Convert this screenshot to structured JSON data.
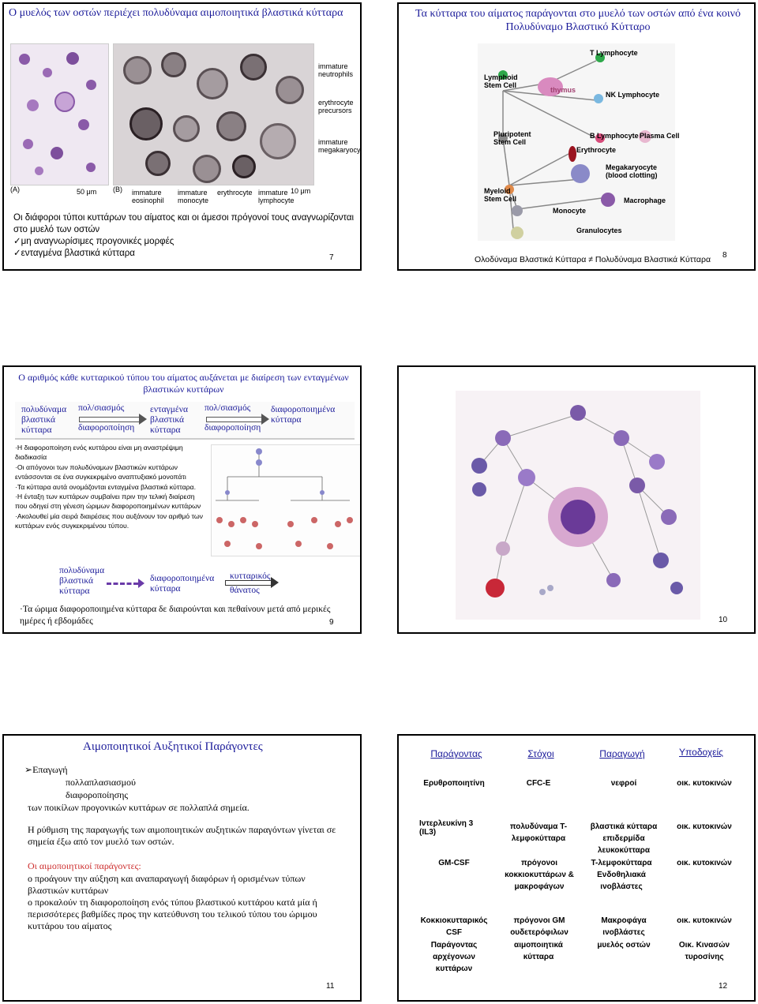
{
  "slide7": {
    "title": "Ο μυελός των οστών περιέχει πολυδύναμα αιμοποιητικά βλαστικά κύτταρα",
    "fig_labels": {
      "a": "(A)",
      "b": "(B)",
      "scale_a": "50 μm",
      "scale_b": "10 μm",
      "immature_neutrophils": "immature neutrophils",
      "erythrocyte_precursors": "erythrocyte precursors",
      "immature_megakaryocyte": "immature megakaryocyte",
      "immature_eosinophil": "immature eosinophil",
      "immature_monocyte": "immature monocyte",
      "erythrocyte": "erythrocyte",
      "immature_lymphocyte": "immature lymphocyte"
    },
    "body": "Οι διάφοροι τύποι κυττάρων του αίματος και οι άμεσοι πρόγονοί τους αναγνωρίζονται στο μυελό των οστών",
    "check1": "μη αναγνωρίσιμες προγονικές μορφές",
    "check2": "ενταγμένα βλαστικά κύτταρα",
    "page": "7"
  },
  "slide8": {
    "title": "Τα κύτταρα του αίματος παράγονται στο μυελό των οστών από ένα κοινό Πολυδύναμο Βλαστικό Κύτταρο",
    "labels": {
      "t_lymphocyte": "T Lymphocyte",
      "lymphoid_stem": "Lymphoid Stem Cell",
      "thymus": "thymus",
      "nk_lymphocyte": "NK Lymphocyte",
      "pluripotent": "Pluripotent Stem Cell",
      "b_lymphocyte": "B Lymphocyte",
      "plasma_cell": "Plasma Cell",
      "erythrocyte": "Erythrocyte",
      "megakaryocyte": "Megakaryocyte (blood clotting)",
      "myeloid_stem": "Myeloid Stem Cell",
      "macrophage": "Macrophage",
      "monocyte": "Monocyte",
      "granulocytes": "Granulocytes"
    },
    "caption": "Ολοδύναμα Βλαστικά Κύτταρα ≠ Πολυδύναμα Βλαστικά Κύτταρα",
    "page": "8"
  },
  "slide9": {
    "title": "Ο αριθμός κάθε κυτταρικού τύπου του αίματος αυξάνεται με διαίρεση των ενταγμένων βλαστικών κυττάρων",
    "flow1": "πολυδύναμα βλαστικά κύτταρα",
    "arrow1_top": "πολ/σιασμός",
    "arrow1_bottom": "διαφοροποίηση",
    "flow2": "ενταγμένα βλαστικά κύτταρα",
    "arrow2_top": "πολ/σιασμός",
    "arrow2_bottom": "διαφοροποίηση",
    "flow3": "διαφοροποιημένα κύτταρα",
    "bullets": [
      "Η διαφοροποίηση ενός κυττάρου είναι μη αναστρέψιμη διαδικασία",
      "Οι απόγονοι των πολυδύναμων βλαστικών κυττάρων εντάσσονται σε ένα συγκεκριμένο αναπτυξιακό μονοπάτι",
      "Τα κύτταρα αυτά ονομάζονται ενταγμένα βλαστικά κύτταρα.",
      "Η ένταξη των κυττάρων συμβαίνει πριν την τελική διαίρεση που οδηγεί στη γένεση ώριμων διαφοροποιημένων κυττάρων",
      "Ακολουθεί μία σειρά διαιρέσεις που αυξάνουν τον αριθμό των κυττάρων ενός συγκεκριμένου τύπου."
    ],
    "lower_flow1": "πολυδύναμα βλαστικά κύτταρα",
    "lower_flow2": "διαφοροποιημένα κύτταρα",
    "lower_flow3": "κυτταρικός θάνατος",
    "closing": "Τα ώριμα διαφοροποιημένα κύτταρα δε διαιρούνται και πεθαίνουν μετά από μερικές ημέρες ή εβδομάδες",
    "page": "9"
  },
  "slide10": {
    "page": "10"
  },
  "slide11": {
    "title": "Αιμοποιητικοί Αυξητικοί Παράγοντες",
    "lead": "Επαγωγή",
    "item1": "πολλαπλασιασμού",
    "item2": "διαφοροποίησης",
    "item3": "των ποικίλων προγονικών κυττάρων σε πολλαπλά σημεία.",
    "para": "Η ρύθμιση της παραγωγής των αιμοποιητικών αυξητικών παραγόντων γίνεται σε σημεία έξω από τον μυελό των οστών.",
    "sub_title": "Οι αιμοποιητικοί παράγοντες:",
    "o1": "ο προάγουν την αύξηση και αναπαραγωγή διαφόρων ή ορισμένων τύπων βλαστικών κυττάρων",
    "o2": "ο προκαλούν τη διαφοροποίηση ενός τύπου βλαστικού κυττάρου κατά μία ή περισσότερες βαθμίδες προς την κατεύθυνση του τελικού τύπου του ώριμου κυττάρου του αίματος",
    "page": "11"
  },
  "slide12": {
    "headers": [
      "Παράγοντας",
      "Στόχοι",
      "Παραγωγή",
      "Υποδοχείς"
    ],
    "rows": [
      [
        "Ερυθροποιητίνη",
        "CFC-E",
        "νεφροί",
        "οικ. κυτοκινών"
      ],
      [
        "Ιντερλευκίνη 3 (IL3)",
        "πολυδύναμα Τ-λεμφοκύτταρα",
        "βλαστικά κύτταρα επιδερμίδα λευκοκύτταρα",
        "οικ. κυτοκινών"
      ],
      [
        "GM-CSF",
        "πρόγονοι κοκκιοκυττάρων & μακροφάγων",
        "Τ-λεμφοκύτταρα Ενδοθηλιακά ινοβλάστες",
        "οικ. κυτοκινών"
      ],
      [
        "Κοκκιοκυτταρικός CSF",
        "πρόγονοι GM ουδετερόφιλων",
        "Μακροφάγα ινοβλάστες",
        "οικ. κυτοκινών"
      ],
      [
        "Παράγοντας αρχέγονων κυττάρων",
        "αιμοποιητικά κύτταρα",
        "μυελός οστών",
        "Οικ. Κινασών τυροσίνης"
      ]
    ],
    "page": "12"
  }
}
